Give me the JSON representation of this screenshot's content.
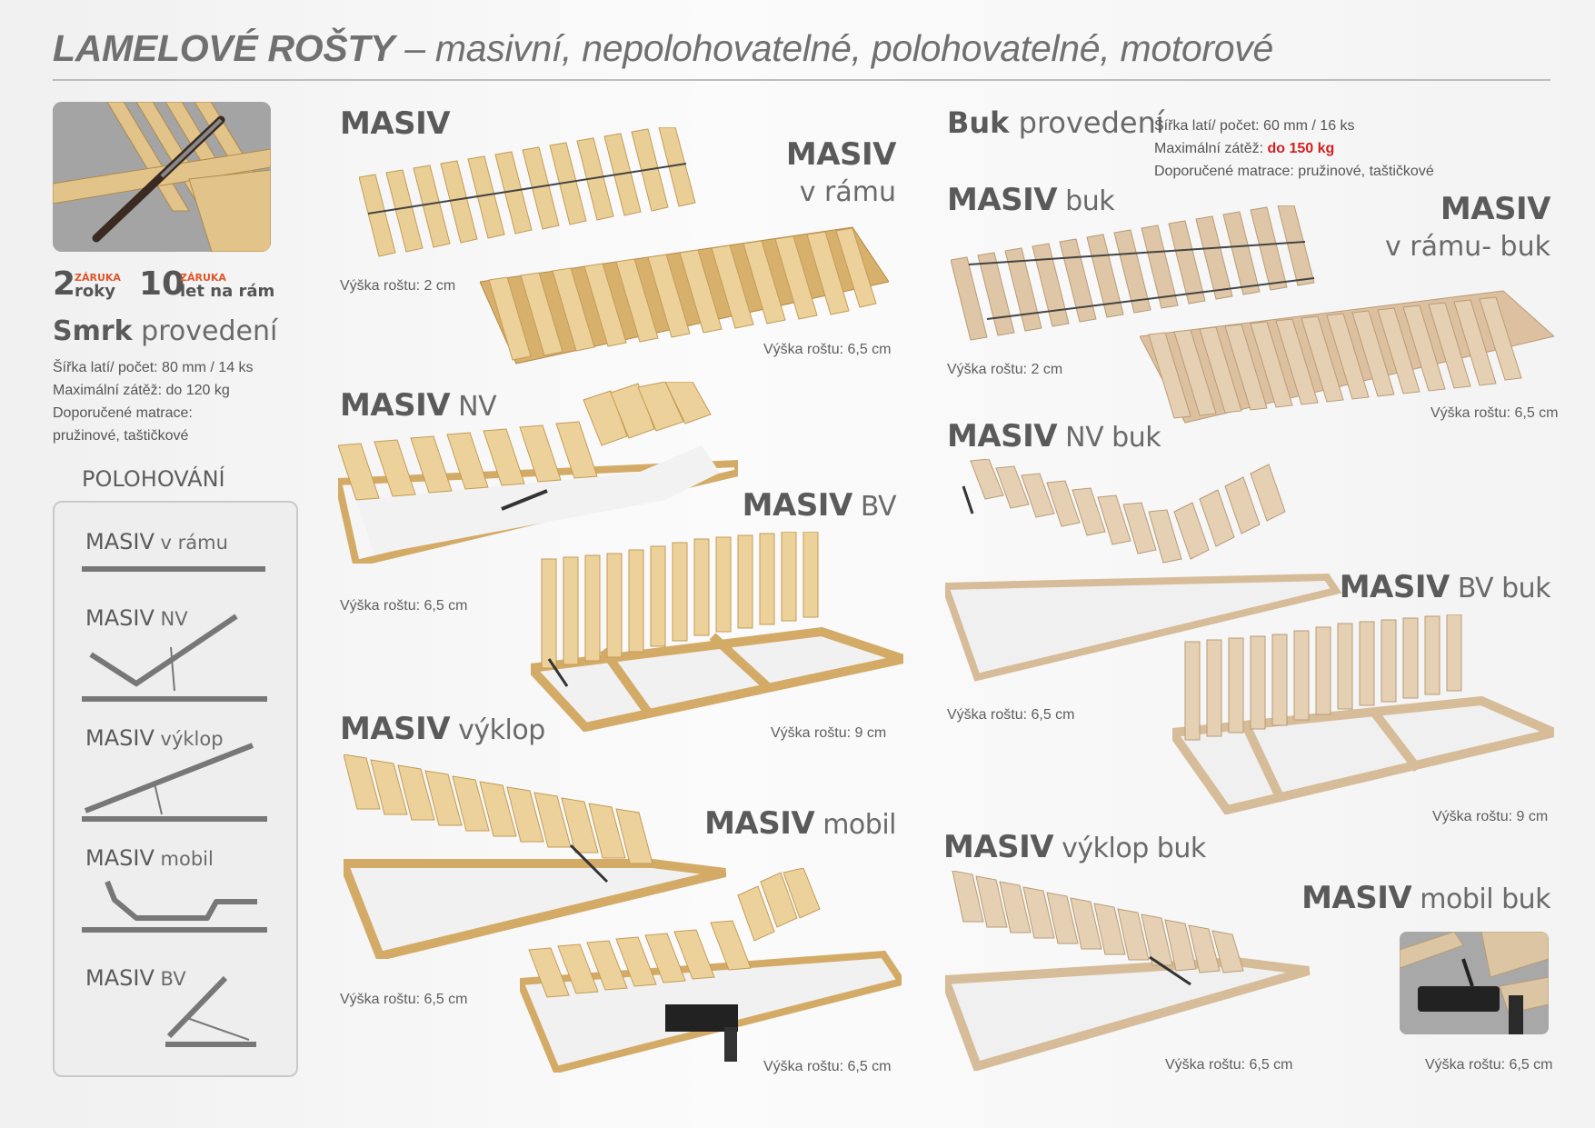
{
  "title": {
    "main": "LAMELOVÉ ROŠTY",
    "sub": " – masivní, nepolohovatelné, polohovatelné, motorové"
  },
  "warranty": [
    {
      "number": "2",
      "label": "ZÁRUKA",
      "word": "roky"
    },
    {
      "number": "10",
      "label": "ZÁRUKA",
      "word": "let na rám"
    }
  ],
  "smrk": {
    "name_bold": "Smrk",
    "name_thin": " provedení",
    "spec1": "Šířka latí/ počet: 80 mm / 14 ks",
    "spec2": "Maximální zátěž: do 120 kg",
    "spec3": "Doporučené matrace:",
    "spec4": "pružinové, taštičkové"
  },
  "buk": {
    "name_bold": "Buk",
    "name_thin": " provedení",
    "spec1": "Šířka latí/ počet: 60 mm / 16 ks",
    "spec2_label": "Maximální zátěž: ",
    "spec2_value": "do 150 kg",
    "spec3": "Doporučené matrace: pružinové, taštičkové"
  },
  "polohovani": {
    "title": "POLOHOVÁNÍ",
    "items": [
      {
        "bold": "MASIV",
        "thin": " v rámu"
      },
      {
        "bold": "MASIV",
        "thin": " NV"
      },
      {
        "bold": "MASIV",
        "thin": " výklop"
      },
      {
        "bold": "MASIV",
        "thin": " mobil"
      },
      {
        "bold": "MASIV",
        "thin": " BV"
      }
    ]
  },
  "products": {
    "masiv": {
      "bold": "MASIV",
      "thin": "",
      "height": "Výška roštu: 2 cm"
    },
    "masiv_ramu": {
      "bold": "MASIV",
      "thin": "v rámu",
      "height": "Výška roštu: 6,5 cm"
    },
    "masiv_nv": {
      "bold": "MASIV",
      "thin": " NV",
      "height": "Výška roštu: 6,5 cm"
    },
    "masiv_bv": {
      "bold": "MASIV",
      "thin": " BV",
      "height": "Výška roštu:  9 cm"
    },
    "masiv_vyklop": {
      "bold": "MASIV",
      "thin": " výklop",
      "height": "Výška roštu: 6,5 cm"
    },
    "masiv_mobil": {
      "bold": "MASIV",
      "thin": " mobil",
      "height": "Výška roštu: 6,5 cm"
    },
    "masiv_buk": {
      "bold": "MASIV",
      "thin": " buk",
      "height": "Výška roštu:  2 cm"
    },
    "masiv_ramu_buk": {
      "bold": "MASIV",
      "thin": "v rámu- buk",
      "height": "Výška roštu: 6,5 cm"
    },
    "masiv_nv_buk": {
      "bold": "MASIV",
      "thin": " NV buk",
      "height": "Výška roštu: 6,5 cm"
    },
    "masiv_bv_buk": {
      "bold": "MASIV",
      "thin": " BV buk",
      "height": "Výška roštu:  9 cm"
    },
    "masiv_vyklop_buk": {
      "bold": "MASIV",
      "thin": " výklop buk",
      "height": "Výška roštu: 6,5 cm"
    },
    "masiv_mobil_buk": {
      "bold": "MASIV",
      "thin": " mobil buk",
      "height": "Výška roštu: 6,5 cm"
    }
  },
  "colors": {
    "spruce": "#e8c98a",
    "beech": "#dcc1a0",
    "frame": "#d9b475",
    "accent_red": "#d32020",
    "warranty_orange": "#e0552a"
  }
}
